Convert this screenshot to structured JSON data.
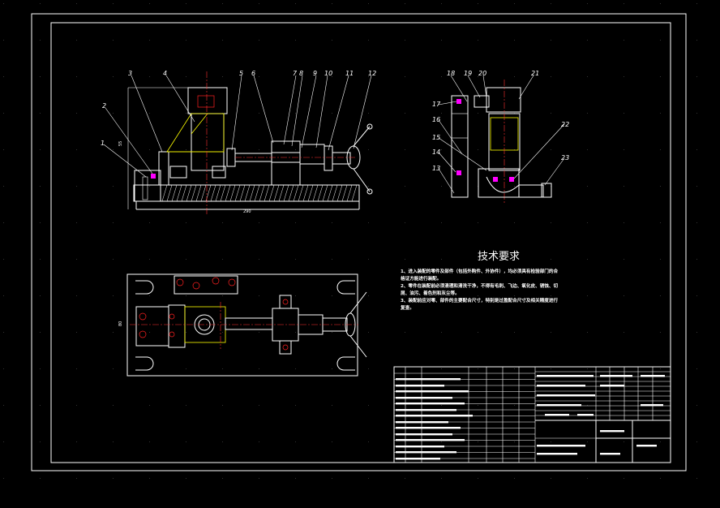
{
  "part_labels_front": [
    "1",
    "2",
    "3",
    "4",
    "5",
    "6",
    "7",
    "8",
    "9",
    "10",
    "11",
    "12"
  ],
  "part_labels_side": [
    "13",
    "14",
    "15",
    "16",
    "17",
    "18",
    "19",
    "20",
    "21",
    "22",
    "23"
  ],
  "dimensions": {
    "height": "55",
    "length": "290",
    "width": "80"
  },
  "tech_requirements": {
    "title": "技术要求",
    "lines": [
      "1、进入装配的零件及部件（包括外购件、外协件），均必须具有检验部门的合",
      "格证方能进行装配。",
      "2、零件在装配前必须清理和清洗干净，不得有毛刺、飞边、氧化皮、锈蚀、切",
      "屑、油污、着色剂和灰尘等。",
      "3、装配前应对零、部件的主要配合尺寸，特别是过盈配合尺寸及相关精度进行",
      "复查。"
    ]
  },
  "colors": {
    "background": "#000000",
    "lines": "#ffffff",
    "centerline": "#ff3030",
    "highlight": "#ffff00",
    "bolt": "#ff00ff"
  }
}
